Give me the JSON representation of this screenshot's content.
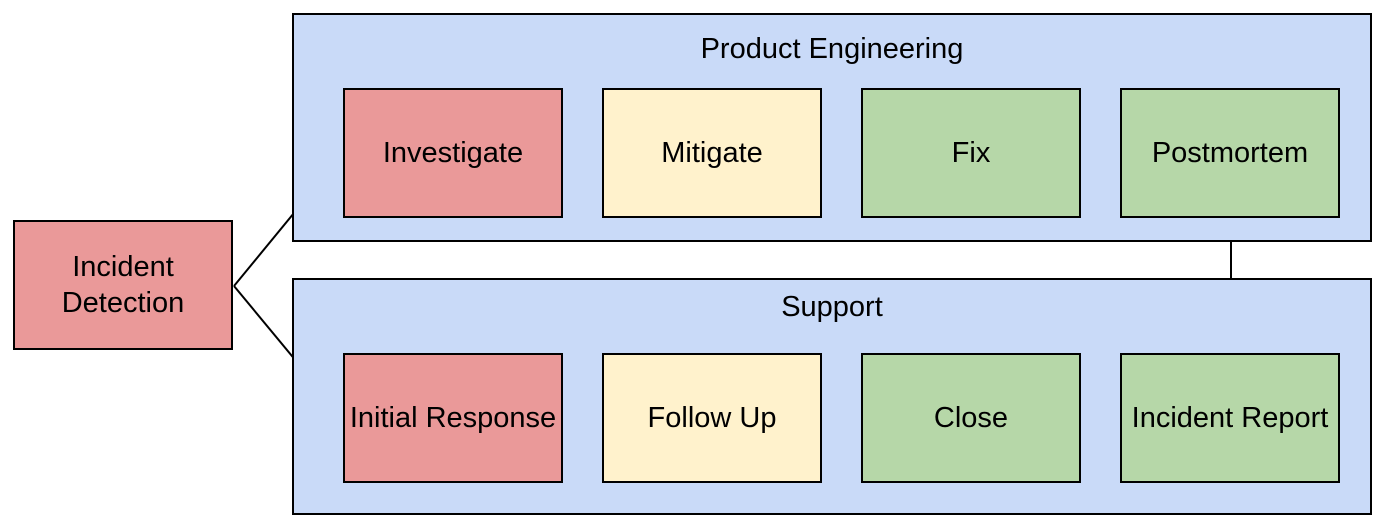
{
  "diagram": {
    "type": "flowchart",
    "background_color": "#ffffff",
    "stroke_color": "#000000",
    "colors": {
      "lane_fill": "#c9daf8",
      "red_step": "#ea9999",
      "yellow_step": "#fff2cc",
      "green_step": "#b6d7a8"
    },
    "start_node": {
      "id": "incident-detection",
      "label": "Incident Detection",
      "fill": "#ea9999"
    },
    "lanes": [
      {
        "id": "product-engineering",
        "title": "Product Engineering",
        "fill": "#c9daf8",
        "steps": [
          {
            "id": "investigate",
            "label": "Investigate",
            "fill": "#ea9999"
          },
          {
            "id": "mitigate",
            "label": "Mitigate",
            "fill": "#fff2cc"
          },
          {
            "id": "fix",
            "label": "Fix",
            "fill": "#b6d7a8"
          },
          {
            "id": "postmortem",
            "label": "Postmortem",
            "fill": "#b6d7a8"
          }
        ]
      },
      {
        "id": "support",
        "title": "Support",
        "fill": "#c9daf8",
        "steps": [
          {
            "id": "initial-response",
            "label": "Initial Response",
            "fill": "#ea9999"
          },
          {
            "id": "follow-up",
            "label": "Follow Up",
            "fill": "#fff2cc"
          },
          {
            "id": "close",
            "label": "Close",
            "fill": "#b6d7a8"
          },
          {
            "id": "incident-report",
            "label": "Incident Report",
            "fill": "#b6d7a8"
          }
        ]
      }
    ],
    "connections": [
      {
        "from": "incident-detection",
        "to": "investigate"
      },
      {
        "from": "incident-detection",
        "to": "initial-response"
      },
      {
        "from": "investigate",
        "to": "mitigate"
      },
      {
        "from": "mitigate",
        "to": "fix"
      },
      {
        "from": "fix",
        "to": "postmortem"
      },
      {
        "from": "postmortem",
        "to": "incident-report"
      },
      {
        "from": "initial-response",
        "to": "follow-up"
      },
      {
        "from": "follow-up",
        "to": "close"
      },
      {
        "from": "close",
        "to": "incident-report"
      }
    ]
  }
}
